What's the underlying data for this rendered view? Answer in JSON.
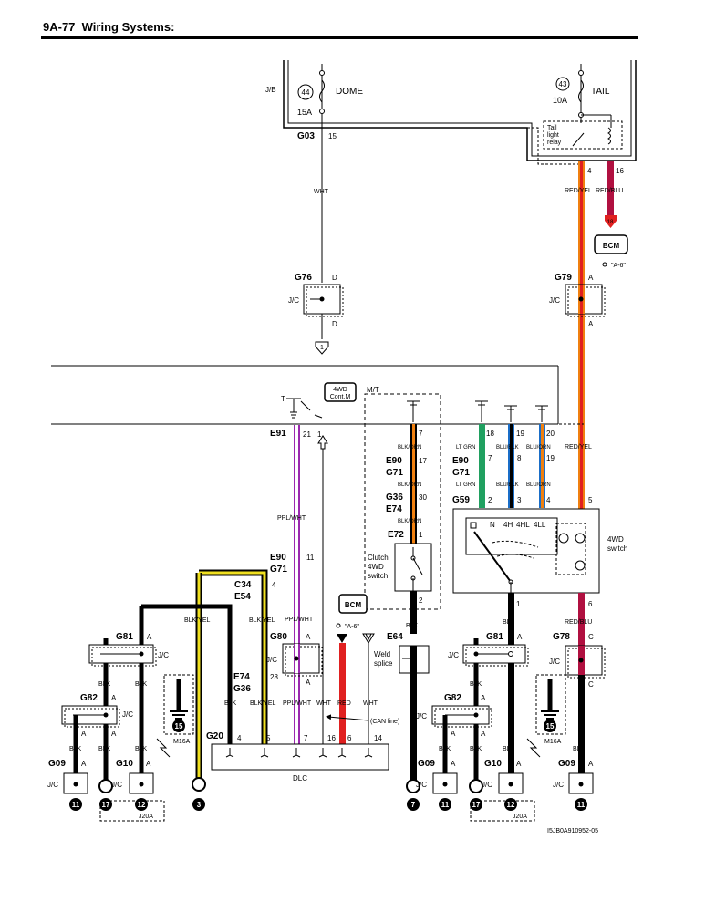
{
  "header": {
    "page": "9A-77",
    "title": "Wiring Systems:"
  },
  "colors": {
    "ppl": "#9b27b0",
    "red": "#e02020",
    "orange": "#f08010",
    "green": "#20a060",
    "blue": "#1a6ec8",
    "brown": "#7a4a1a",
    "yellow": "#f0e020",
    "maroon": "#b01040"
  },
  "jb": {
    "label": "J/B"
  },
  "dome": {
    "fuse_num": "44",
    "name": "DOME",
    "amp": "15A",
    "conn": "G03",
    "pin": "15"
  },
  "tail": {
    "fuse_num": "43",
    "name": "TAIL",
    "amp": "10A",
    "relay": [
      "Tail",
      "light",
      "relay"
    ],
    "pin_left": "4",
    "pin_right": "16",
    "wire_left": "RED/YEL",
    "wire_right": "RED/BLU"
  },
  "bcm_top": {
    "label": "BCM",
    "arrow": "18",
    "ref": "\"A-6\""
  },
  "wht_wire": "WHT",
  "g76": {
    "conn": "G76",
    "pin_top": "D",
    "pin_bot": "D",
    "jc": "J/C",
    "arrow": "1"
  },
  "g79": {
    "conn": "G79",
    "pin_top": "A",
    "pin_bot": "A",
    "jc": "J/C"
  },
  "fourwd_cont": {
    "line1": "4WD",
    "line2": "Cont.M",
    "t": "T"
  },
  "mt": "M/T",
  "e91": {
    "conn": "E91",
    "pin": "21",
    "pin2": "1",
    "wire": "PPL/WHT"
  },
  "e90_left": {
    "c1": "E90",
    "c2": "G71",
    "pin": "11",
    "wire": "PPL/WHT"
  },
  "c34": {
    "c1": "C34",
    "c2": "E54",
    "pin": "4"
  },
  "blk_yel": "BLK/YEL",
  "g80": {
    "conn": "G80",
    "pin_top": "A",
    "pin_bot": "A",
    "jc": "J/C"
  },
  "e74_left": {
    "c1": "E74",
    "c2": "G36",
    "pin": "28"
  },
  "bcm_mid": {
    "label": "BCM",
    "ref": "\"A-6\""
  },
  "clutch": {
    "pin1": "7",
    "w1": "BLK/ORN",
    "c2a": "E90",
    "c2b": "G71",
    "pin2": "17",
    "w2": "BLK/ORN",
    "c3a": "G36",
    "c3b": "E74",
    "pin3": "30",
    "w3": "BLK/ORN",
    "c4": "E72",
    "pin4": "1",
    "label": [
      "Clutch",
      "4WD",
      "switch"
    ],
    "pin5": "2"
  },
  "e64": {
    "conn": "E64",
    "label": [
      "Weld",
      "splice"
    ]
  },
  "switch4wd": {
    "p1": "18",
    "p2": "19",
    "p3": "20",
    "w1": "LT GRN",
    "w2": "BLU/BLK",
    "w3": "BLU/ORN",
    "c1": "E90",
    "c2": "G71",
    "q1": "7",
    "q2": "8",
    "q3": "19",
    "c3": "G59",
    "r1": "2",
    "r2": "3",
    "r3": "4",
    "pos": [
      "N",
      "4H",
      "4HL",
      "4LL"
    ],
    "label": [
      "4WD",
      "switch"
    ],
    "pin5": "5",
    "pin1": "1",
    "pin6": "6",
    "red_yel": "RED/YEL",
    "red_blu": "RED/BLU",
    "blk": "BLK"
  },
  "g78": {
    "conn": "G78",
    "pin_top": "C",
    "pin_bot": "C",
    "jc": "J/C"
  },
  "blk": "BLK",
  "A": "A",
  "left_ground": {
    "g81": "G81",
    "g82": "G82",
    "g09": "G09",
    "g10": "G10",
    "jc": "J/C",
    "m16a": "M16A",
    "j20a": "J20A",
    "n15": "15",
    "n11": "11",
    "n17": "17",
    "n12": "12",
    "n3": "3"
  },
  "right_ground": {
    "g81": "G81",
    "g82": "G82",
    "g09": "G09",
    "g10": "G10",
    "jc": "J/C",
    "m16a": "M16A",
    "j20a": "J20A",
    "n15": "15",
    "n7": "7",
    "n11": "11",
    "n17": "17",
    "n12": "12",
    "n11b": "11"
  },
  "dlc": {
    "conn": "G20",
    "label": "DLC",
    "pins": [
      "4",
      "5",
      "7",
      "16",
      "6",
      "14"
    ],
    "blk": "BLK",
    "blk_yel": "BLK/YEL",
    "ppl_wht": "PPL/WHT",
    "wht": "WHT",
    "red": "RED",
    "wht2": "WHT",
    "can": "(CAN line)"
  },
  "code": "I5JB0A910952-05"
}
